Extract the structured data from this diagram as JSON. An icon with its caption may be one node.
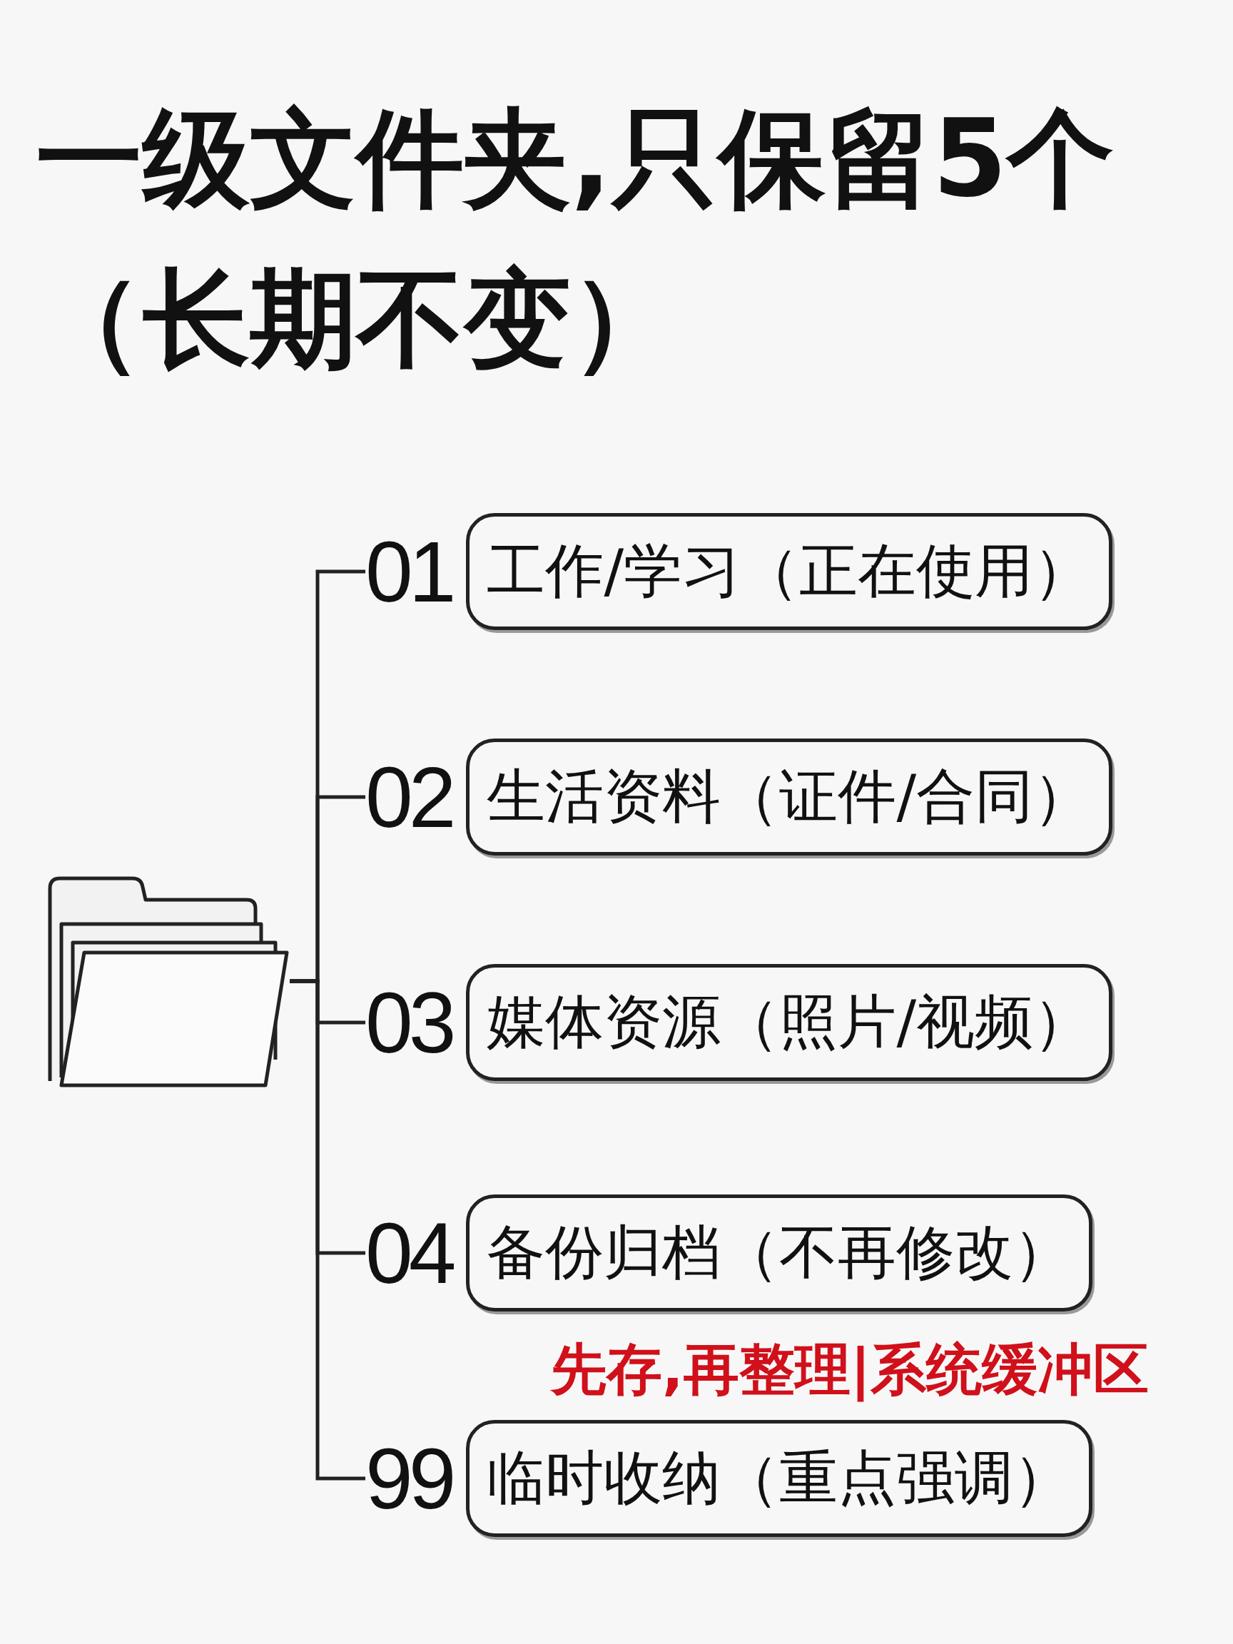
{
  "diagram": {
    "title": "一级文件夹,只保留5个（长期不变）",
    "nodes": [
      {
        "text": [],
        "shape": "folder"
      },
      {
        "text": [
          "01",
          "工作/学习（正在使用）"
        ]
      },
      {
        "text": [
          "02",
          "生活资料（证件/合同）"
        ]
      },
      {
        "text": [
          "03",
          "媒体资源（照片/视频）"
        ]
      },
      {
        "text": [
          "04",
          "备份归档（不再修改）"
        ]
      },
      {
        "text": [
          "99",
          "临时收纳（重点强调）"
        ]
      }
    ],
    "edges": [
      {
        "from": 0,
        "to": 1,
        "arrow": "none"
      },
      {
        "from": 0,
        "to": 2,
        "arrow": "none"
      },
      {
        "from": 0,
        "to": 3,
        "arrow": "none"
      },
      {
        "from": 0,
        "to": 4,
        "arrow": "none"
      },
      {
        "from": 0,
        "to": 5,
        "arrow": "none"
      }
    ],
    "labels": [
      "先存,再整理|系统缓冲区"
    ]
  }
}
